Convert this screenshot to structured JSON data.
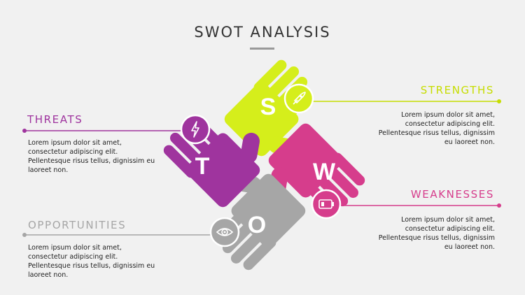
{
  "title": "SWOT ANALYSIS",
  "colors": {
    "strengths": "#d5ee1b",
    "weaknesses": "#d63d8c",
    "opportunities": "#a6a6a6",
    "threats": "#9f349e",
    "heading_strengths": "#c6dd00"
  },
  "quadrants": {
    "strengths": {
      "letter": "S",
      "heading": "STRENGTHS",
      "icon": "rocket-icon",
      "body": [
        "Lorem ipsum dolor sit amet,",
        "consectetur adipiscing elit.",
        "Pellentesque risus tellus, dignissim",
        "eu laoreet non."
      ]
    },
    "weaknesses": {
      "letter": "W",
      "heading": "WEAKNESSES",
      "icon": "battery-low-icon",
      "body": [
        "Lorem ipsum dolor sit amet,",
        "consectetur adipiscing elit.",
        "Pellentesque risus tellus, dignissim",
        "eu laoreet non."
      ]
    },
    "opportunities": {
      "letter": "O",
      "heading": "OPPORTUNITIES",
      "icon": "eye-icon",
      "body": [
        "Lorem ipsum dolor sit amet,",
        "consectetur adipiscing elit.",
        "Pellentesque risus tellus, dignissim eu",
        "laoreet non."
      ]
    },
    "threats": {
      "letter": "T",
      "heading": "THREATS",
      "icon": "lightning-icon",
      "body": [
        "Lorem ipsum dolor sit amet,",
        "consectetur adipiscing elit.",
        "Pellentesque risus tellus, dignissim eu",
        "laoreet non."
      ]
    }
  }
}
